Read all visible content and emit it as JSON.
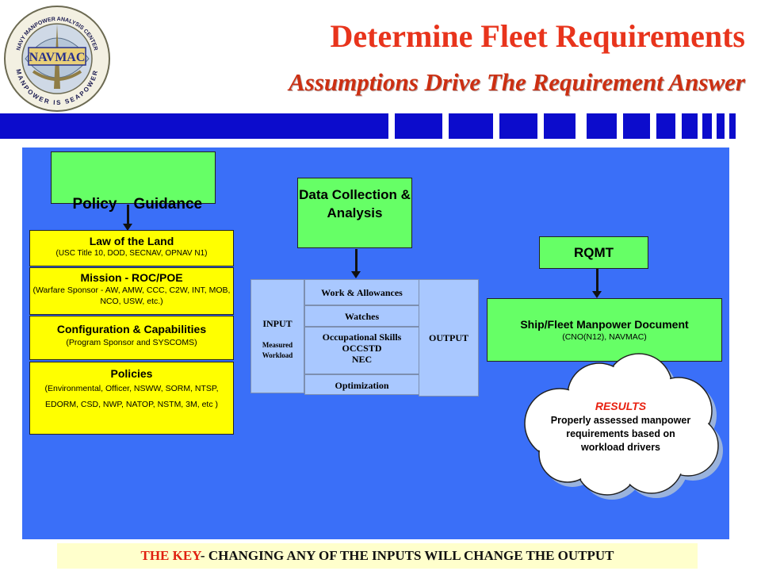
{
  "header": {
    "title": "Determine Fleet Requirements",
    "subtitle": "Assumptions Drive The Requirement Answer"
  },
  "logo": {
    "top_text": "NAVY MANPOWER ANALYSIS CENTER",
    "center_text": "NAVMAC",
    "bottom_text": "MANPOWER IS SEAPOWER"
  },
  "left_column": {
    "policy_guidance": "Policy    Guidance",
    "law": {
      "title": "Law of the Land",
      "detail": "(USC Title 10, DOD, SECNAV, OPNAV N1)"
    },
    "mission": {
      "title": "Mission - ROC/POE",
      "detail": "(Warfare Sponsor - AW, AMW, CCC, C2W, INT, MOB, NCO, USW, etc.)"
    },
    "configuration": {
      "title": "Configuration & Capabilities",
      "detail": "(Program Sponsor and SYSCOMS)"
    },
    "policies": {
      "title": "Policies",
      "detail": "(Environmental, Officer, NSWW, SORM, NTSP, EDORM, CSD, NWP, NATOP, NSTM, 3M, etc )"
    }
  },
  "center_column": {
    "data_collection": "Data Collection & Analysis",
    "input": {
      "title": "INPUT",
      "sub1": "Measured",
      "sub2": "Workload"
    },
    "output": "OUTPUT",
    "steps": {
      "work": "Work & Allowances",
      "watches": "Watches",
      "occ_title": "Occupational Skills",
      "occ_line1": "OCCSTD",
      "occ_line2": "NEC",
      "optimization": "Optimization"
    }
  },
  "right_column": {
    "rqmt": "RQMT",
    "document": {
      "title": "Ship/Fleet Manpower Document",
      "detail": "(CNO(N12),  NAVMAC)"
    },
    "results": {
      "title": "RESULTS",
      "line1": "Properly assessed manpower",
      "line2": "requirements based on",
      "line3": "workload drivers"
    }
  },
  "key": {
    "prefix": "THE KEY",
    "text": "- CHANGING ANY OF THE INPUTS WILL CHANGE THE OUTPUT"
  },
  "colors": {
    "title_red": "#e8341c",
    "panel_blue": "#3a6ff8",
    "stripe_blue": "#0c0ccc",
    "green_box": "#66ff66",
    "yellow_box": "#ffff00",
    "results_red": "#e82010"
  }
}
